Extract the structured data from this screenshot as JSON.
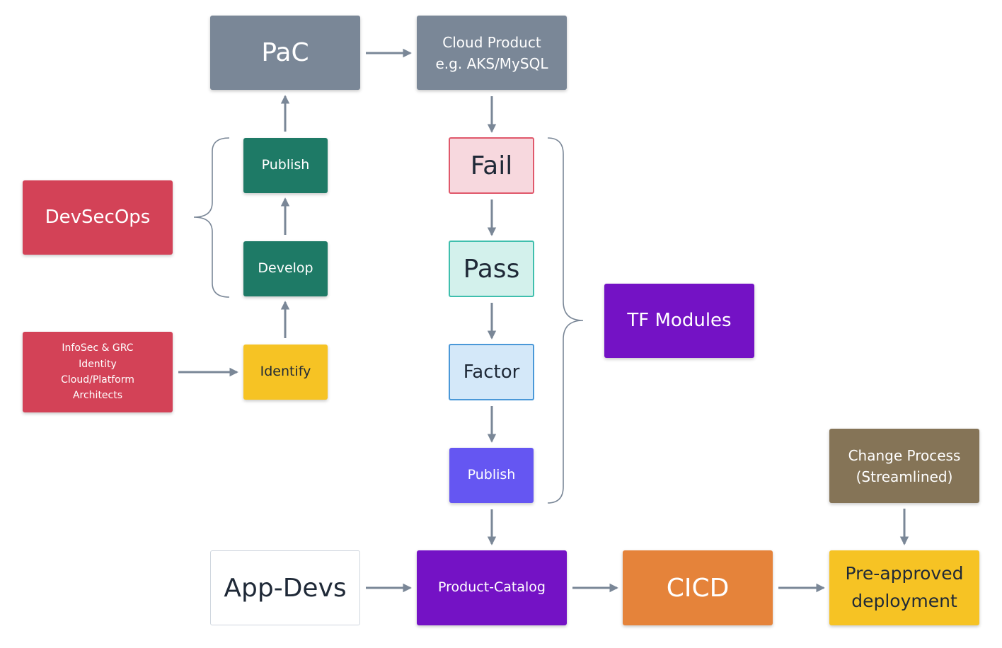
{
  "colors": {
    "arrow": "#7a8797",
    "grey_box": "#7a8797",
    "green_box": "#1e7a66",
    "red_box": "#d34257",
    "yellow_box": "#f6c324",
    "purple_box": "#7412c5",
    "blue_violet_box": "#6556f2",
    "orange_box": "#e5833a",
    "brown_box": "#857457",
    "fail_fill": "#f7d8de",
    "pass_fill": "#d3f1ec",
    "factor_fill": "#d4e8f9"
  },
  "nodes": {
    "pac": "PaC",
    "cloud_product": "Cloud Product\ne.g. AKS/MySQL",
    "publish_dev": "Publish",
    "develop": "Develop",
    "identify": "Identify",
    "devsecops": "DevSecOps",
    "infosec": "InfoSec & GRC\nIdentity\nCloud/Platform\nArchitects",
    "fail": "Fail",
    "pass": "Pass",
    "factor": "Factor",
    "publish_tf": "Publish",
    "tf_modules": "TF Modules",
    "change_process": "Change Process\n(Streamlined)",
    "app_devs": "App-Devs",
    "product_catalog": "Product-Catalog",
    "cicd": "CICD",
    "pre_approved": "Pre-approved\ndeployment"
  },
  "edges": [
    {
      "from": "pac",
      "to": "cloud_product"
    },
    {
      "from": "publish_dev",
      "to": "pac"
    },
    {
      "from": "develop",
      "to": "publish_dev"
    },
    {
      "from": "identify",
      "to": "develop"
    },
    {
      "from": "infosec",
      "to": "identify"
    },
    {
      "from": "cloud_product",
      "to": "fail"
    },
    {
      "from": "fail",
      "to": "pass"
    },
    {
      "from": "pass",
      "to": "factor"
    },
    {
      "from": "factor",
      "to": "publish_tf"
    },
    {
      "from": "publish_tf",
      "to": "product_catalog"
    },
    {
      "from": "app_devs",
      "to": "product_catalog"
    },
    {
      "from": "product_catalog",
      "to": "cicd"
    },
    {
      "from": "cicd",
      "to": "pre_approved"
    },
    {
      "from": "change_process",
      "to": "pre_approved"
    }
  ],
  "groups": [
    {
      "owner": "devsecops",
      "members": [
        "publish_dev",
        "develop"
      ],
      "brace": "left"
    },
    {
      "owner": "tf_modules",
      "members": [
        "fail",
        "pass",
        "factor",
        "publish_tf"
      ],
      "brace": "right"
    }
  ]
}
